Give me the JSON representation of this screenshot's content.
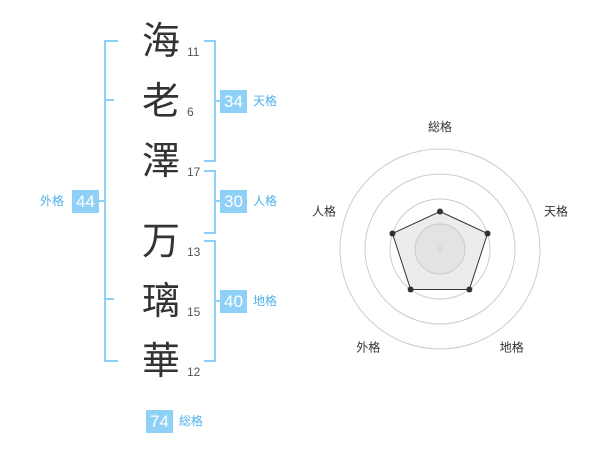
{
  "name_chars": [
    {
      "char": "海",
      "strokes": "11"
    },
    {
      "char": "老",
      "strokes": "6"
    },
    {
      "char": "澤",
      "strokes": "17"
    },
    {
      "char": "万",
      "strokes": "13"
    },
    {
      "char": "璃",
      "strokes": "15"
    },
    {
      "char": "華",
      "strokes": "12"
    }
  ],
  "kakusu": {
    "tenkaku": {
      "value": "34",
      "label": "天格"
    },
    "jinkaku": {
      "value": "30",
      "label": "人格"
    },
    "chikaku": {
      "value": "40",
      "label": "地格"
    },
    "gaikaku": {
      "value": "44",
      "label": "外格"
    },
    "soukaku": {
      "value": "74",
      "label": "総格"
    }
  },
  "colors": {
    "accent": "#8fd0f6",
    "accent_text": "#4db1ec"
  },
  "chart_data": {
    "type": "radar",
    "axes": [
      "総格",
      "天格",
      "地格",
      "外格",
      "人格"
    ],
    "rings": 4,
    "values": [
      1.5,
      2,
      2,
      2,
      2
    ],
    "max": 4
  }
}
